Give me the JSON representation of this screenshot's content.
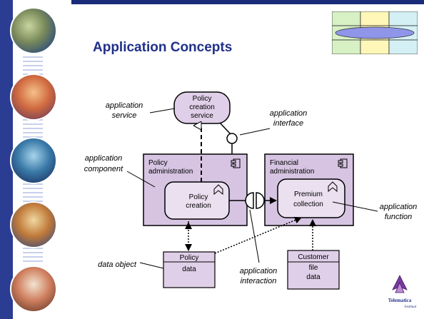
{
  "slide": {
    "title": "Application Concepts"
  },
  "colors": {
    "sidebar_blue": "#2a3d92",
    "element_fill": "#e0cfe8",
    "outer_fill": "#d6c4e2",
    "inner_fill": "#ebe0f0",
    "title_color": "#20308a",
    "grid_green": "#d7f0c4",
    "grid_yellow": "#fff7b8",
    "grid_cyan": "#d4f0f4",
    "ellipse_blue": "#8f95e8"
  },
  "diagram": {
    "service": {
      "lines": [
        "Policy",
        "creation",
        "service"
      ]
    },
    "policy_admin": {
      "lines": [
        "Policy",
        "administration"
      ],
      "icon": "component-icon"
    },
    "financial_admin": {
      "lines": [
        "Financial",
        "administration"
      ],
      "icon": "component-icon"
    },
    "policy_creation": {
      "lines": [
        "Policy",
        "creation"
      ],
      "icon": "function-icon"
    },
    "premium_collection": {
      "lines": [
        "Premium",
        "collection"
      ],
      "icon": "function-icon"
    },
    "policy_data": {
      "lines": [
        "Policy",
        "data"
      ]
    },
    "customer_file_data": {
      "lines": [
        "Customer",
        "file",
        "data"
      ]
    },
    "labels": {
      "app_service": [
        "application",
        "service"
      ],
      "app_interface": [
        "application",
        "interface"
      ],
      "app_component": [
        "application",
        "component"
      ],
      "app_function": [
        "application",
        "function"
      ],
      "data_object": "data object",
      "app_interaction": [
        "application",
        "interaction"
      ]
    }
  },
  "logo": {
    "name": "Telematica",
    "sub": "Instituut"
  }
}
